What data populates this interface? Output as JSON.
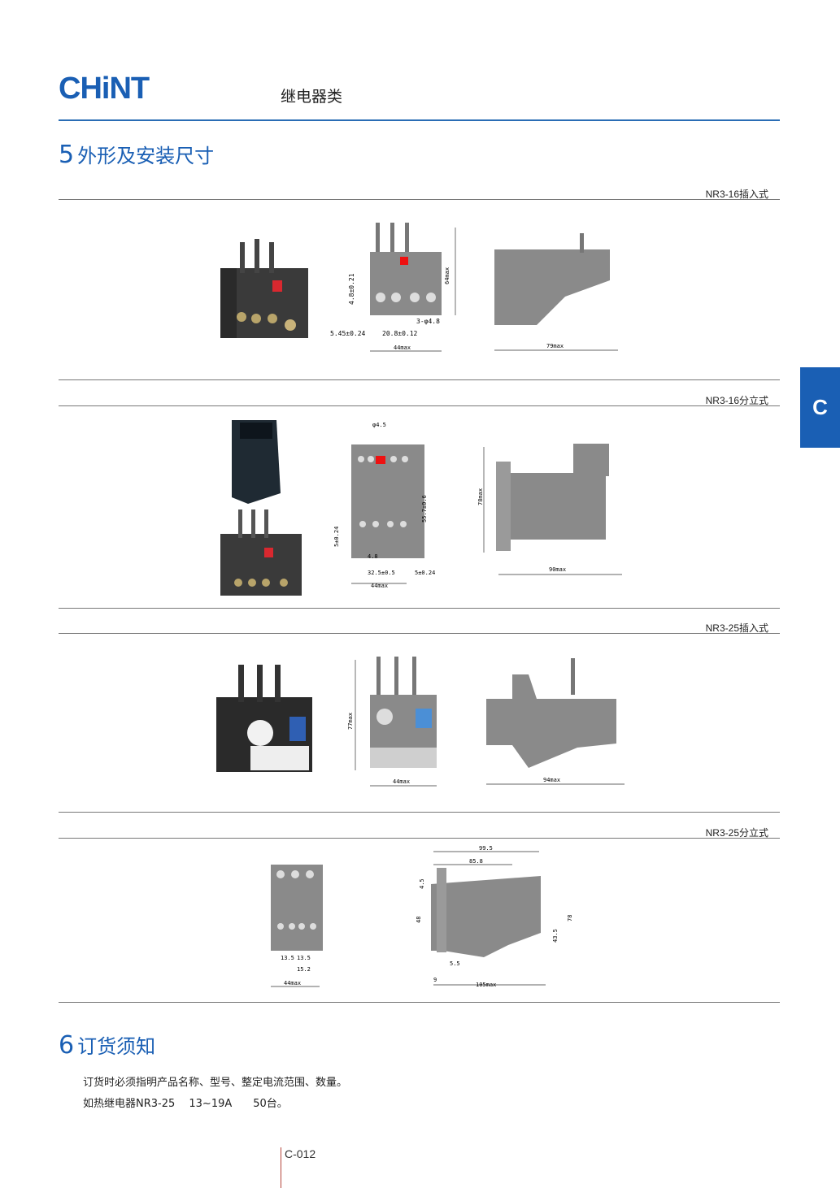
{
  "header": {
    "logo": "CHiNT",
    "title": "继电器类"
  },
  "section5": {
    "number": "5",
    "title": "外形及安装尺寸"
  },
  "section6": {
    "number": "6",
    "title": "订货须知",
    "line1": "订货时必须指明产品名称、型号、整定电流范围、数量。",
    "line2": "如热继电器NR3-25　 13~19A　　50台。"
  },
  "side_tab": "C",
  "rows": [
    {
      "label": "NR3-16插入式"
    },
    {
      "label": "NR3-16分立式"
    },
    {
      "label": "NR3-25插入式"
    },
    {
      "label": "NR3-25分立式"
    }
  ],
  "dims": {
    "r1": {
      "w44": "44max",
      "h64": "64max",
      "d79": "79max",
      "a": "5.45±0.24",
      "b": "20.8±0.12",
      "c": "3-φ4.8",
      "v": "4.8±0.21"
    },
    "r2": {
      "top": "φ4.5",
      "h557": "55.7±0.6",
      "v5": "5±0.24",
      "hole": "4.8",
      "b325": "32.5±0.5",
      "b5": "5±0.24",
      "w44": "44max",
      "h78": "78max",
      "d90": "90max"
    },
    "r3": {
      "h77": "77max",
      "w44": "44max",
      "d94": "94max"
    },
    "r4": {
      "d135": "13.5",
      "d135b": "13.5",
      "d152": "15.2",
      "w44": "44max",
      "t995": "99.5",
      "t858": "85.8",
      "v45": "4.5",
      "v48": "48",
      "v78": "78",
      "v435": "43.5",
      "d55": "5.5",
      "d9": "9",
      "d105": "105max"
    }
  },
  "page_number": "C-012"
}
